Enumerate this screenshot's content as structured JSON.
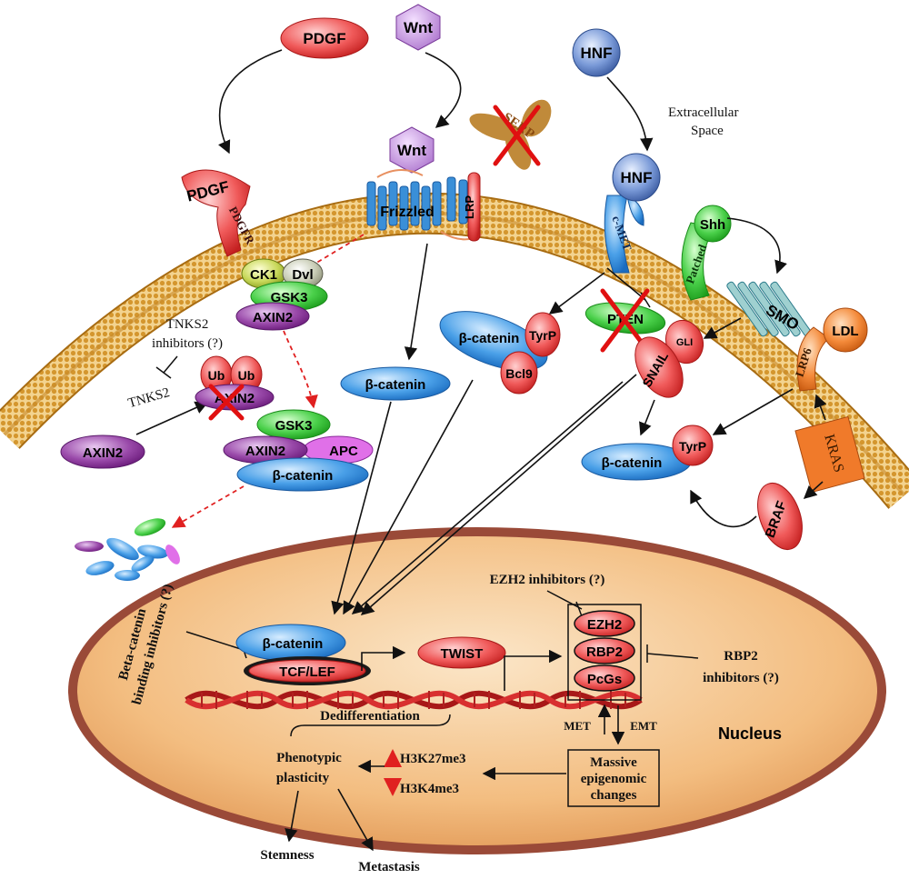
{
  "labels": {
    "pdgf_ligand": "PDGF",
    "pdgf_receptor_ligand": "PDGF",
    "pdgfr": "PDGFR",
    "wnt_top": "Wnt",
    "wnt_bound": "Wnt",
    "frizzled": "Frizzled",
    "lrp": "LRP",
    "serp": "SERP",
    "hnf_top": "HNF",
    "hnf_bound": "HNF",
    "cmet": "c-MET",
    "extracellular": "Extracellular",
    "space": "Space",
    "shh": "Shh",
    "patched": "Patched",
    "smo": "SMO",
    "ldl": "LDL",
    "lrp6": "LRP6",
    "kras": "KRAS",
    "braf": "BRAF",
    "ck1": "CK1",
    "dvl": "Dvl",
    "gsk3_a": "GSK3",
    "axin2_a": "AXIN2",
    "tnks2_inh_1": "TNKS2",
    "tnks2_inh_2": "inhibitors (?)",
    "tnks2": "TNKS2",
    "axin2_free": "AXIN2",
    "ub1": "Ub",
    "ub2": "Ub",
    "axin2_ub": "AXIN2",
    "gsk3_b": "GSK3",
    "axin2_b": "AXIN2",
    "apc": "APC",
    "bcat_complex": "β-catenin",
    "bcat_free": "β-catenin",
    "bcat_tyr": "β-catenin",
    "tyrp_1": "TyrP",
    "bcl9": "Bcl9",
    "pten": "PTEN",
    "gli": "GLI",
    "snail": "SNAIL",
    "bcat_right": "β-catenin",
    "tyrp_2": "TyrP",
    "bcat_nuc": "β-catenin",
    "tcf_lef": "TCF/LEF",
    "twist": "TWIST",
    "bcat_inh_1": "Beta-catenin",
    "bcat_inh_2": "binding inhibitors (?)",
    "ezh2_inh": "EZH2 inhibitors (?)",
    "ezh2": "EZH2",
    "rbp2": "RBP2",
    "pcgs": "PcGs",
    "rbp2_inh_1": "RBP2",
    "rbp2_inh_2": "inhibitors (?)",
    "dedifferentiation": "Dedifferentiation",
    "met": "MET",
    "emt": "EMT",
    "nucleus": "Nucleus",
    "phenotypic": "Phenotypic",
    "plasticity": "plasticity",
    "h3k27": "H3K27me3",
    "h3k4": "H3K4me3",
    "massive": "Massive",
    "epigenomic": "epigenomic",
    "changes": "changes",
    "stemness": "Stemness",
    "metastasis": "Metastasis"
  },
  "colors": {
    "membrane": "#d9a23c",
    "nucleus_fill": "#f5c48a",
    "nucleus_border": "#8a3a2a",
    "red_protein": "#e8484a",
    "blue_protein": "#3a8fd8",
    "purple_protein": "#8a3a9a",
    "green_protein": "#3cc33c",
    "orange_protein": "#f07a2a",
    "inhibit_cross": "#e01010"
  }
}
